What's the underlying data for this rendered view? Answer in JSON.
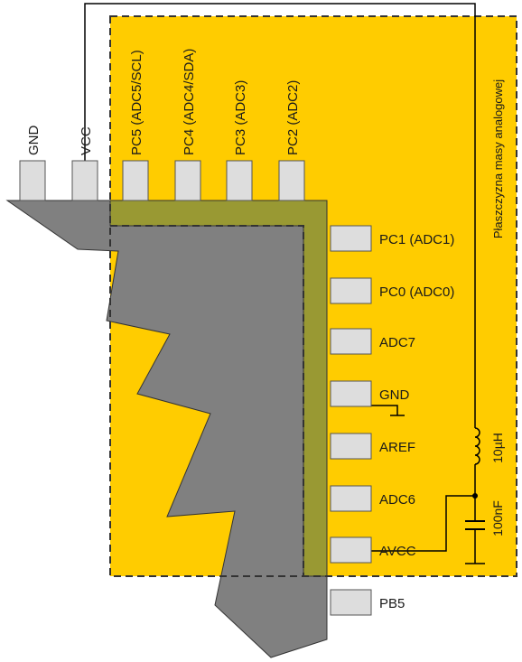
{
  "colors": {
    "analog_plane": "#ffcc00",
    "chip_body": "#808080",
    "chip_overlap": "#999933",
    "pin_fill": "#dddddd",
    "wire": "#000000"
  },
  "top_pins": [
    {
      "label": "GND"
    },
    {
      "label": "VCC"
    },
    {
      "label": "PC5 (ADC5/SCL)"
    },
    {
      "label": "PC4 (ADC4/SDA)"
    },
    {
      "label": "PC3 (ADC3)"
    },
    {
      "label": "PC2 (ADC2)"
    }
  ],
  "right_pins": [
    {
      "label": "PC1 (ADC1)"
    },
    {
      "label": "PC0 (ADC0)"
    },
    {
      "label": "ADC7"
    },
    {
      "label": "GND"
    },
    {
      "label": "AREF"
    },
    {
      "label": "ADC6"
    },
    {
      "label": "AVCC"
    },
    {
      "label": "PB5"
    }
  ],
  "inductor_label": "10µH",
  "capacitor_label": "100nF",
  "plane_label": "Płaszczyzna masy analogowej"
}
